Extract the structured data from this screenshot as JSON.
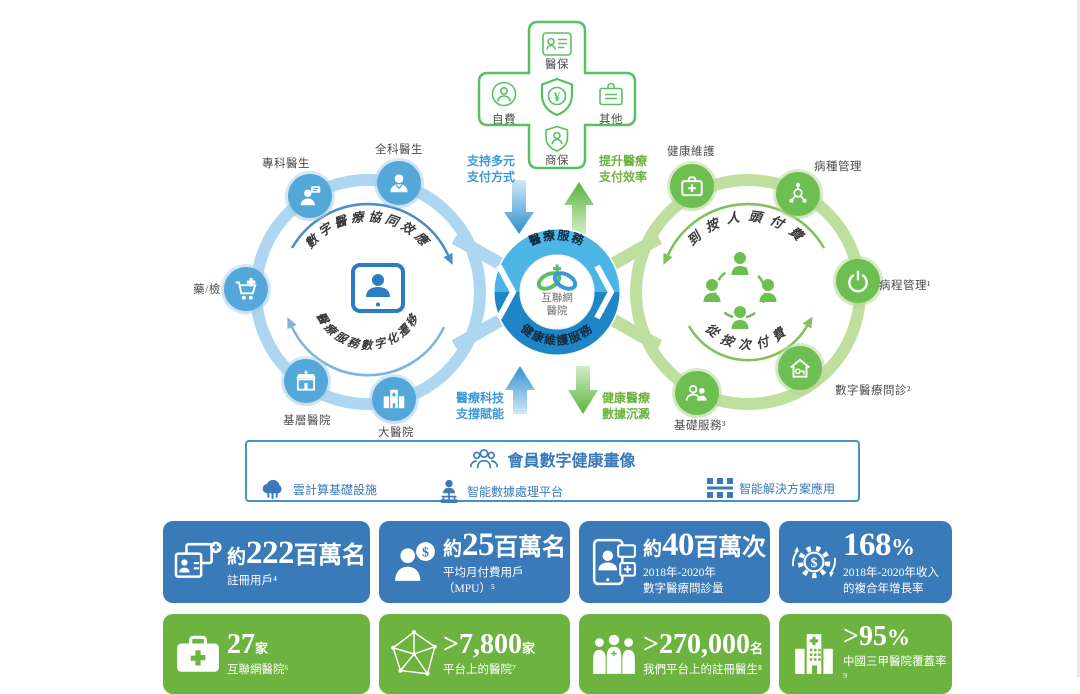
{
  "colors": {
    "card_blue": "#3a7ab8",
    "card_green": "#6db33f",
    "ring_blue": "#aed6f1",
    "ring_green": "#bfdf9f",
    "icon_blue": "#54a7d9",
    "icon_green": "#6cbf50",
    "cross_green": "#58bf63",
    "note_blue": "#3e9ad6",
    "note_green": "#6cb33f",
    "label_gray": "#4c4c4c"
  },
  "cross": {
    "top_label": "醫保",
    "left_label": "自費",
    "right_label": "其他",
    "bottom_label": "商保",
    "center_currency": "¥",
    "left_note": "支持多元\n支付方式",
    "right_note": "提升醫療\n支付效率"
  },
  "left_circle": {
    "arc_top": "數字醫療協同效應",
    "arc_bottom": "醫療服務數字化遷移",
    "specialist": "專科醫生",
    "gp": "全科醫生",
    "pharmacy": "藥/檢",
    "primary_hospital": "基層醫院",
    "large_hospital": "大醫院"
  },
  "hub": {
    "arc_top": "醫療服務",
    "arc_bottom": "健康維護服務",
    "center_line1": "互聯網",
    "center_line2": "醫院"
  },
  "right_circle": {
    "arc_top": "到按人頭付費",
    "arc_bottom": "從按次付費",
    "health_maintenance": "健康維護",
    "disease_management": "病種管理",
    "course_management": "病程管理¹",
    "digital_consultation": "數字醫療問診²",
    "basic_services": "基礎服務³"
  },
  "flow_notes": {
    "tech": "醫療科技\n支撐賦能",
    "data": "健康醫療\n數據沉澱"
  },
  "member_bar": {
    "title": "會員數字健康畫像",
    "item1": "雲計算基礎設施",
    "item2": "智能數據處理平台",
    "item3": "智能解決方案應用"
  },
  "stats": {
    "row1": [
      {
        "prefix": "約",
        "value": "222",
        "unit": "百萬名",
        "desc": "註冊用戶⁴"
      },
      {
        "prefix": "約",
        "value": "25",
        "unit": "百萬名",
        "desc": "平均月付費用戶\n（MPU）⁵"
      },
      {
        "prefix": "約",
        "value": "40",
        "unit": "百萬次",
        "desc": "2018年-2020年\n數字醫療問診量"
      },
      {
        "prefix": "",
        "value": "168",
        "unit": "%",
        "desc": "2018年-2020年收入\n的複合年增長率"
      }
    ],
    "row2": [
      {
        "value": "27",
        "unit": "家",
        "desc": "互聯網醫院⁶"
      },
      {
        "value": ">7,800",
        "unit": "家",
        "desc": "平台上的醫院⁷"
      },
      {
        "value": ">270,000",
        "unit": "名",
        "desc": "我們平台上的註冊醫生⁸"
      },
      {
        "value": ">95",
        "unit": "%",
        "desc": "中國三甲醫院覆蓋率⁹"
      }
    ]
  }
}
